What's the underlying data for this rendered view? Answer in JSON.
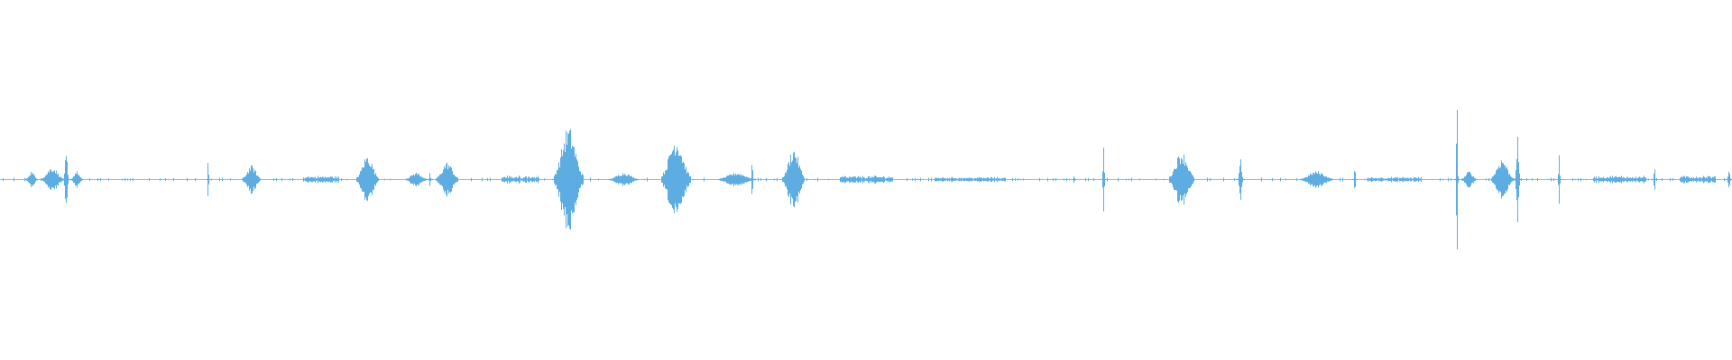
{
  "waveform": {
    "color": "#5dade2",
    "duration_fraction_bursts": [
      {
        "t": 0.018,
        "amp": 0.012,
        "width": 0.006,
        "kind": "cluster"
      },
      {
        "t": 0.03,
        "amp": 0.018,
        "width": 0.012,
        "kind": "cluster"
      },
      {
        "t": 0.038,
        "amp": 0.04,
        "width": 0.004,
        "kind": "spike"
      },
      {
        "t": 0.044,
        "amp": 0.012,
        "width": 0.006,
        "kind": "cluster"
      },
      {
        "t": 0.12,
        "amp": 0.08,
        "width": 0.001,
        "kind": "spike"
      },
      {
        "t": 0.145,
        "amp": 0.02,
        "width": 0.01,
        "kind": "cluster"
      },
      {
        "t": 0.185,
        "amp": 0.006,
        "width": 0.02,
        "kind": "noise"
      },
      {
        "t": 0.212,
        "amp": 0.035,
        "width": 0.012,
        "kind": "cluster"
      },
      {
        "t": 0.24,
        "amp": 0.01,
        "width": 0.012,
        "kind": "cluster"
      },
      {
        "t": 0.248,
        "amp": 0.01,
        "width": 0.002,
        "kind": "spike"
      },
      {
        "t": 0.258,
        "amp": 0.025,
        "width": 0.012,
        "kind": "cluster"
      },
      {
        "t": 0.3,
        "amp": 0.006,
        "width": 0.02,
        "kind": "noise"
      },
      {
        "t": 0.328,
        "amp": 0.075,
        "width": 0.016,
        "kind": "cluster"
      },
      {
        "t": 0.36,
        "amp": 0.01,
        "width": 0.016,
        "kind": "cluster"
      },
      {
        "t": 0.39,
        "amp": 0.06,
        "width": 0.016,
        "kind": "cluster"
      },
      {
        "t": 0.392,
        "amp": 0.035,
        "width": 0.004,
        "kind": "cluster"
      },
      {
        "t": 0.425,
        "amp": 0.01,
        "width": 0.02,
        "kind": "cluster"
      },
      {
        "t": 0.434,
        "amp": 0.03,
        "width": 0.002,
        "kind": "spike"
      },
      {
        "t": 0.458,
        "amp": 0.045,
        "width": 0.012,
        "kind": "cluster"
      },
      {
        "t": 0.5,
        "amp": 0.006,
        "width": 0.03,
        "kind": "noise"
      },
      {
        "t": 0.56,
        "amp": 0.004,
        "width": 0.04,
        "kind": "noise"
      },
      {
        "t": 0.62,
        "amp": 0.02,
        "width": 0.001,
        "kind": "spike"
      },
      {
        "t": 0.637,
        "amp": 0.07,
        "width": 0.002,
        "kind": "spike"
      },
      {
        "t": 0.682,
        "amp": 0.04,
        "width": 0.014,
        "kind": "cluster"
      },
      {
        "t": 0.716,
        "amp": 0.03,
        "width": 0.004,
        "kind": "spike"
      },
      {
        "t": 0.76,
        "amp": 0.012,
        "width": 0.018,
        "kind": "cluster"
      },
      {
        "t": 0.782,
        "amp": 0.02,
        "width": 0.002,
        "kind": "spike"
      },
      {
        "t": 0.805,
        "amp": 0.004,
        "width": 0.03,
        "kind": "noise"
      },
      {
        "t": 0.841,
        "amp": 0.12,
        "width": 0.002,
        "kind": "spike"
      },
      {
        "t": 0.848,
        "amp": 0.012,
        "width": 0.008,
        "kind": "cluster"
      },
      {
        "t": 0.867,
        "amp": 0.03,
        "width": 0.012,
        "kind": "cluster"
      },
      {
        "t": 0.876,
        "amp": 0.06,
        "width": 0.004,
        "kind": "spike"
      },
      {
        "t": 0.9,
        "amp": 0.04,
        "width": 0.002,
        "kind": "spike"
      },
      {
        "t": 0.935,
        "amp": 0.006,
        "width": 0.03,
        "kind": "noise"
      },
      {
        "t": 0.955,
        "amp": 0.02,
        "width": 0.002,
        "kind": "spike"
      },
      {
        "t": 0.98,
        "amp": 0.006,
        "width": 0.02,
        "kind": "noise"
      },
      {
        "t": 0.998,
        "amp": 0.02,
        "width": 0.003,
        "kind": "spike"
      }
    ]
  }
}
